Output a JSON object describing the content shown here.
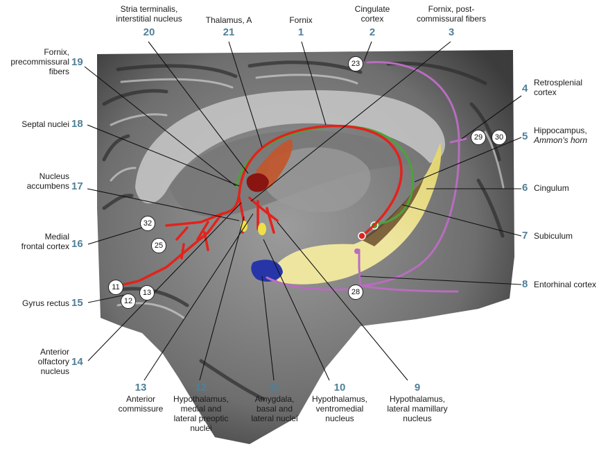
{
  "labels": [
    {
      "id": "stria-terminalis",
      "num": "20",
      "lines": [
        "Stria terminalis,",
        "interstitial nucleus"
      ]
    },
    {
      "id": "thalamus-a",
      "num": "21",
      "lines": [
        "Thalamus, A"
      ]
    },
    {
      "id": "fornix",
      "num": "1",
      "lines": [
        "Fornix"
      ]
    },
    {
      "id": "cingulate-cortex",
      "num": "2",
      "lines": [
        "Cingulate",
        "cortex"
      ]
    },
    {
      "id": "fornix-post",
      "num": "3",
      "lines": [
        "Fornix, post-",
        "commissural fibers"
      ]
    },
    {
      "id": "fornix-pre",
      "num": "19",
      "lines": [
        "Fornix,",
        "precommissural",
        "fibers"
      ]
    },
    {
      "id": "retrosplenial",
      "num": "4",
      "lines": [
        "Retrosplenial",
        "cortex"
      ]
    },
    {
      "id": "septal-nuclei",
      "num": "18",
      "lines": [
        "Septal nuclei"
      ]
    },
    {
      "id": "hippocampus",
      "num": "5",
      "lines": [
        "Hippocampus,",
        "Ammon's horn"
      ]
    },
    {
      "id": "nucleus-accumbens",
      "num": "17",
      "lines": [
        "Nucleus",
        "accumbens"
      ]
    },
    {
      "id": "cingulum",
      "num": "6",
      "lines": [
        "Cingulum"
      ]
    },
    {
      "id": "subiculum",
      "num": "7",
      "lines": [
        "Subiculum"
      ]
    },
    {
      "id": "medial-frontal",
      "num": "16",
      "lines": [
        "Medial",
        "frontal cortex"
      ]
    },
    {
      "id": "entorhinal",
      "num": "8",
      "lines": [
        "Entorhinal cortex"
      ]
    },
    {
      "id": "gyrus-rectus",
      "num": "15",
      "lines": [
        "Gyrus rectus"
      ]
    },
    {
      "id": "anterior-olfactory",
      "num": "14",
      "lines": [
        "Anterior",
        "olfactory",
        "nucleus"
      ]
    },
    {
      "id": "anterior-commissure",
      "num": "13",
      "lines": [
        "Anterior",
        "commissure"
      ]
    },
    {
      "id": "hypo-preoptic",
      "num": "12",
      "lines": [
        "Hypothalamus,",
        "medial and",
        "lateral preoptic",
        "nuclei"
      ]
    },
    {
      "id": "amygdala",
      "num": "11",
      "lines": [
        "Amygdala,",
        "basal and",
        "lateral nuclei"
      ]
    },
    {
      "id": "hypo-ventromedial",
      "num": "10",
      "lines": [
        "Hypothalamus,",
        "ventromedial",
        "nucleus"
      ]
    },
    {
      "id": "hypo-mamillary",
      "num": "9",
      "lines": [
        "Hypothalamus,",
        "lateral mamillary",
        "nucleus"
      ]
    }
  ],
  "markers": [
    "23",
    "29",
    "30",
    "32",
    "25",
    "11",
    "12",
    "13",
    "28"
  ],
  "colors": {
    "fornix_red": "#e3221b",
    "green": "#4aa33b",
    "purple": "#b86dbf",
    "yellow": "#efe04a",
    "blue": "#2636a8",
    "label_number": "#4f7f97"
  }
}
